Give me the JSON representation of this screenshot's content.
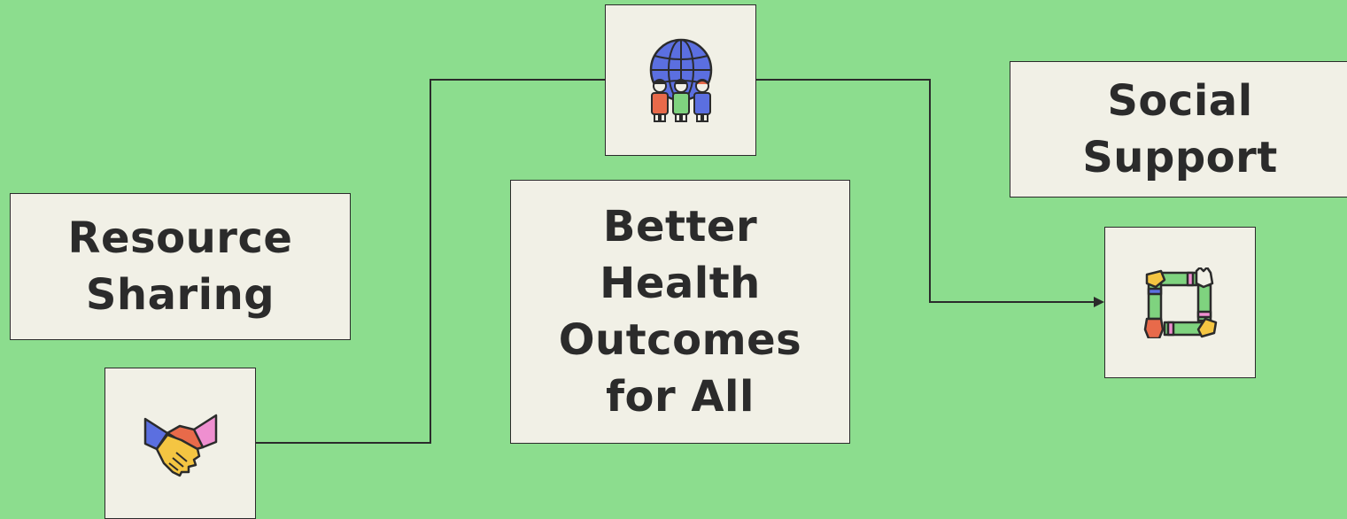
{
  "nodes": {
    "resource_sharing": {
      "lines": [
        "Resource",
        "Sharing"
      ]
    },
    "center": {
      "lines": [
        "Better",
        "Health",
        "Outcomes",
        "for All"
      ]
    },
    "social_support": {
      "lines": [
        "Social",
        "Support"
      ]
    }
  },
  "icons": {
    "handshake": "handshake-icon",
    "globe_people": "globe-people-icon",
    "joined_hands": "joined-hands-icon"
  },
  "colors": {
    "background": "#8cdd8e",
    "box_fill": "#f1f0e6",
    "stroke": "#2b2b2b",
    "globe_blue": "#5b6fe0",
    "skin": "#f4c542",
    "accent_red": "#e86a4a",
    "accent_pink": "#ef8fd0",
    "hand_green": "#7fd37f"
  }
}
